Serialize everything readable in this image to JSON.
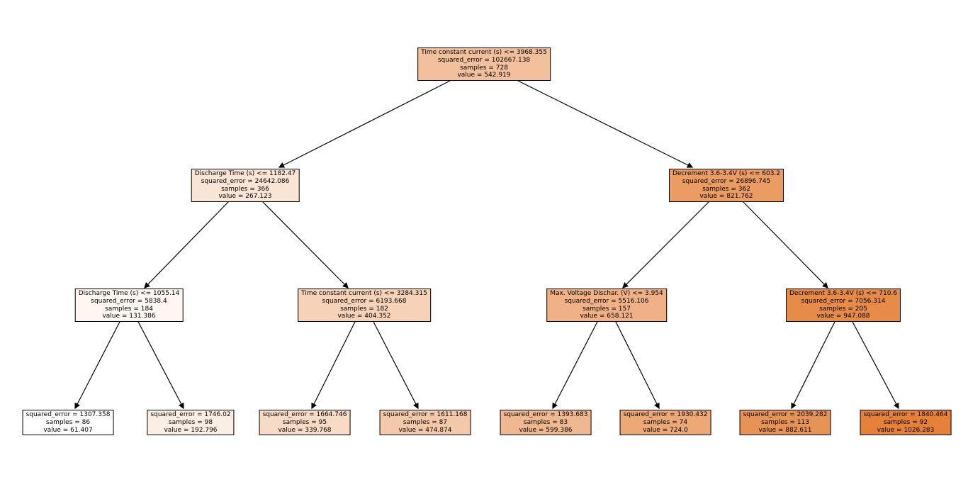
{
  "figure": {
    "type": "decision-tree-regression",
    "background": "#ffffff",
    "border_color": "#000000",
    "arrow_color": "#000000",
    "text_color": "#000000"
  },
  "nodes": [
    {
      "id": "root",
      "depth": 0,
      "fill": "#f2c09c",
      "lines": [
        "Time constant current (s) <= 3968.355",
        "squared_error = 102667.138",
        "samples = 728",
        "value = 542.919"
      ]
    },
    {
      "id": "d1-left",
      "depth": 1,
      "fill": "#f9e4d5",
      "lines": [
        "Discharge Time (s) <= 1182.47",
        "squared_error = 24642.086",
        "samples = 366",
        "value = 267.123"
      ]
    },
    {
      "id": "d1-right",
      "depth": 1,
      "fill": "#eb9c63",
      "lines": [
        "Decrement 3.6-3.4V (s) <= 603.2",
        "squared_error = 26896.745",
        "samples = 362",
        "value = 821.762"
      ]
    },
    {
      "id": "d2-1",
      "depth": 2,
      "fill": "#fdf6f1",
      "lines": [
        "Discharge Time (s) <= 1055.14",
        "squared_error = 5838.4",
        "samples = 184",
        "value = 131.386"
      ]
    },
    {
      "id": "d2-2",
      "depth": 2,
      "fill": "#f6d2b9",
      "lines": [
        "Time constant current (s) <= 3284.315",
        "squared_error = 6193.668",
        "samples = 182",
        "value = 404.352"
      ]
    },
    {
      "id": "d2-3",
      "depth": 2,
      "fill": "#efb185",
      "lines": [
        "Max. Voltage Dischar. (V) <= 3.954",
        "squared_error = 5516.106",
        "samples = 157",
        "value = 658.121"
      ]
    },
    {
      "id": "d2-4",
      "depth": 2,
      "fill": "#e78b49",
      "lines": [
        "Decrement 3.6-3.4V (s) <= 710.6",
        "squared_error = 7056.314",
        "samples = 205",
        "value = 947.088"
      ]
    },
    {
      "id": "leaf-1",
      "depth": 3,
      "fill": "#ffffff",
      "lines": [
        "squared_error = 1307.358",
        "samples = 86",
        "value = 61.407"
      ]
    },
    {
      "id": "leaf-2",
      "depth": 3,
      "fill": "#fbeee4",
      "lines": [
        "squared_error = 1746.02",
        "samples = 98",
        "value = 192.796"
      ]
    },
    {
      "id": "leaf-3",
      "depth": 3,
      "fill": "#f7dbc6",
      "lines": [
        "squared_error = 1664.746",
        "samples = 95",
        "value = 339.768"
      ]
    },
    {
      "id": "leaf-4",
      "depth": 3,
      "fill": "#f4c9aa",
      "lines": [
        "squared_error = 1611.168",
        "samples = 87",
        "value = 474.874"
      ]
    },
    {
      "id": "leaf-5",
      "depth": 3,
      "fill": "#f0b890",
      "lines": [
        "squared_error = 1393.683",
        "samples = 83",
        "value = 599.386"
      ]
    },
    {
      "id": "leaf-6",
      "depth": 3,
      "fill": "#eda877",
      "lines": [
        "squared_error = 1930.432",
        "samples = 74",
        "value = 724.0"
      ]
    },
    {
      "id": "leaf-7",
      "depth": 3,
      "fill": "#e89356",
      "lines": [
        "squared_error = 2039.282",
        "samples = 113",
        "value = 882.611"
      ]
    },
    {
      "id": "leaf-8",
      "depth": 3,
      "fill": "#e58139",
      "lines": [
        "squared_error = 1840.464",
        "samples = 92",
        "value = 1026.283"
      ]
    }
  ]
}
